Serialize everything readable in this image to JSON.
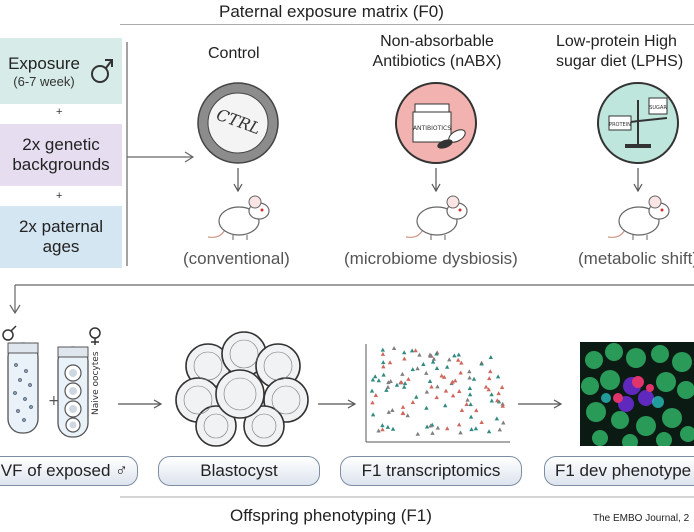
{
  "header": {
    "title": "Paternal exposure matrix (F0)"
  },
  "footer": {
    "title": "Offspring phenotyping (F1)",
    "credit": "The EMBO Journal, 2"
  },
  "matrix": {
    "box1_line1": "Exposure",
    "box1_line2": "(6-7 week)",
    "plus1": "+",
    "box2": "2x genetic backgrounds",
    "plus2": "+",
    "box3": "2x paternal ages"
  },
  "conditions": [
    {
      "title": "Control",
      "icon_text": "CTRL",
      "mouse_label": "(conventional)",
      "ring_color": "#8c8c8c",
      "fill": "#f4f4f4"
    },
    {
      "title": "Non-absorbable Antibiotics (nABX)",
      "icon_text": "ANTIBIOTICS",
      "mouse_label": "(microbiome dysbiosis)",
      "ring_color": "#7a2f2f",
      "fill": "#f2b3b0"
    },
    {
      "title": "Low-protein High sugar diet (LPHS)",
      "icon_text": "PROTEIN",
      "icon_text2": "SUGAR",
      "mouse_label": "(metabolic shift)",
      "ring_color": "#2f5a55",
      "fill": "#bfe6dc"
    }
  ],
  "tubes": {
    "oocyte_label": "Naive oocytes",
    "plus": "+"
  },
  "stages": [
    {
      "label": "IVF of exposed ♂"
    },
    {
      "label": "Blastocyst"
    },
    {
      "label": "F1 transcriptomics"
    },
    {
      "label": "F1 dev phenotype"
    }
  ],
  "colors": {
    "control": "#8c8c8c",
    "nabx": "#f2b3b0",
    "lphs": "#bfe6dc",
    "scatter_red": "#d0675f",
    "scatter_teal": "#2f8a80",
    "scatter_gray": "#7f7f7f"
  },
  "icons": [
    "male-symbol-icon",
    "female-symbol-icon",
    "mouse-icon",
    "down-arrow-icon",
    "right-arrow-icon",
    "scale-icon",
    "pill-bottle-icon"
  ]
}
